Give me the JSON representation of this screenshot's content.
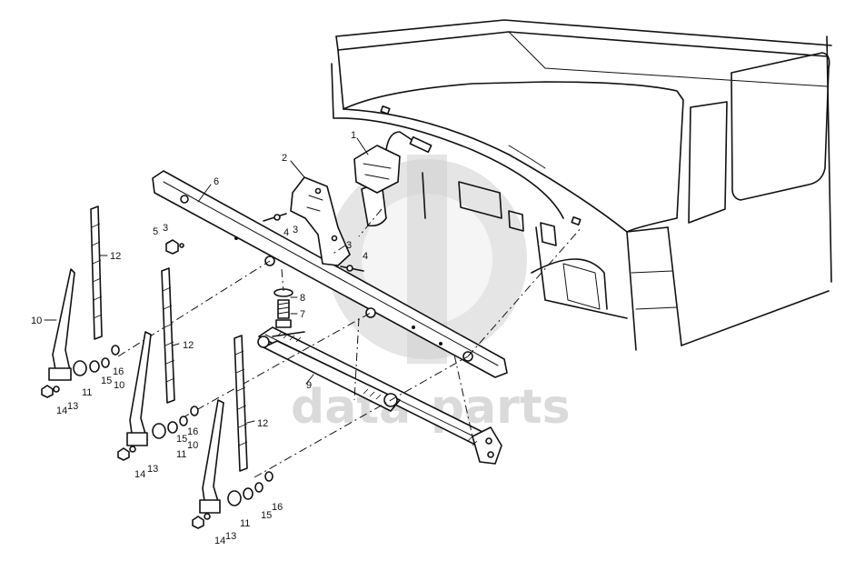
{
  "watermark": {
    "text": "data-parts"
  },
  "callouts": {
    "c1": "1",
    "c2": "2",
    "c3a": "3",
    "c3b": "3",
    "c3c": "3",
    "c4a": "4",
    "c4b": "4",
    "c5": "5",
    "c6": "6",
    "c7": "7",
    "c8": "8",
    "c9": "9",
    "c10a": "10",
    "c10b": "10",
    "c10c": "10",
    "c11a": "11",
    "c11b": "11",
    "c11c": "11",
    "c12a": "12",
    "c12b": "12",
    "c12c": "12",
    "c13a": "13",
    "c13b": "13",
    "c13c": "13",
    "c14a": "14",
    "c14b": "14",
    "c14c": "14",
    "c15a": "15",
    "c15b": "15",
    "c15c": "15",
    "c16a": "16",
    "c16b": "16",
    "c16c": "16"
  }
}
